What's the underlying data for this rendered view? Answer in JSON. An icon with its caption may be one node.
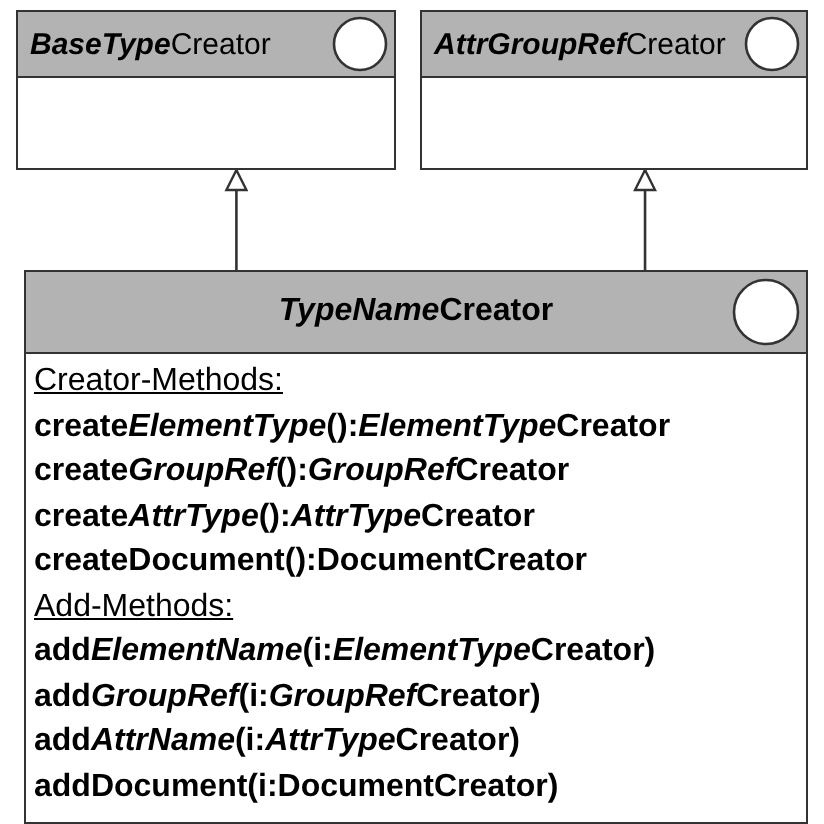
{
  "diagram": {
    "nodes": [
      {
        "text": [
          "**BaseType**Creator"
        ]
      },
      {
        "text": [
          "**AttrGroupRef**Creator"
        ]
      },
      {
        "text": [
          "**TypeName**Creator",
          "Creator-Methods:",
          "create**ElementType**():**ElementType**Creator",
          "create**GroupRef**():**GroupRef**Creator",
          "create**AttrType**():**AttrType**Creator",
          "createDocument():DocumentCreator",
          "Add-Methods:",
          "add**ElementName**(i:**ElementType**Creator)",
          "add**GroupRef**(i:**GroupRef**Creator)",
          "add**AttrName**(i:**AttrType**Creator)",
          "addDocument(i:DocumentCreator)"
        ]
      }
    ],
    "edges": [
      {
        "from": 2,
        "to": 0,
        "arrow": "to"
      },
      {
        "from": 2,
        "to": 1,
        "arrow": "to"
      }
    ]
  }
}
